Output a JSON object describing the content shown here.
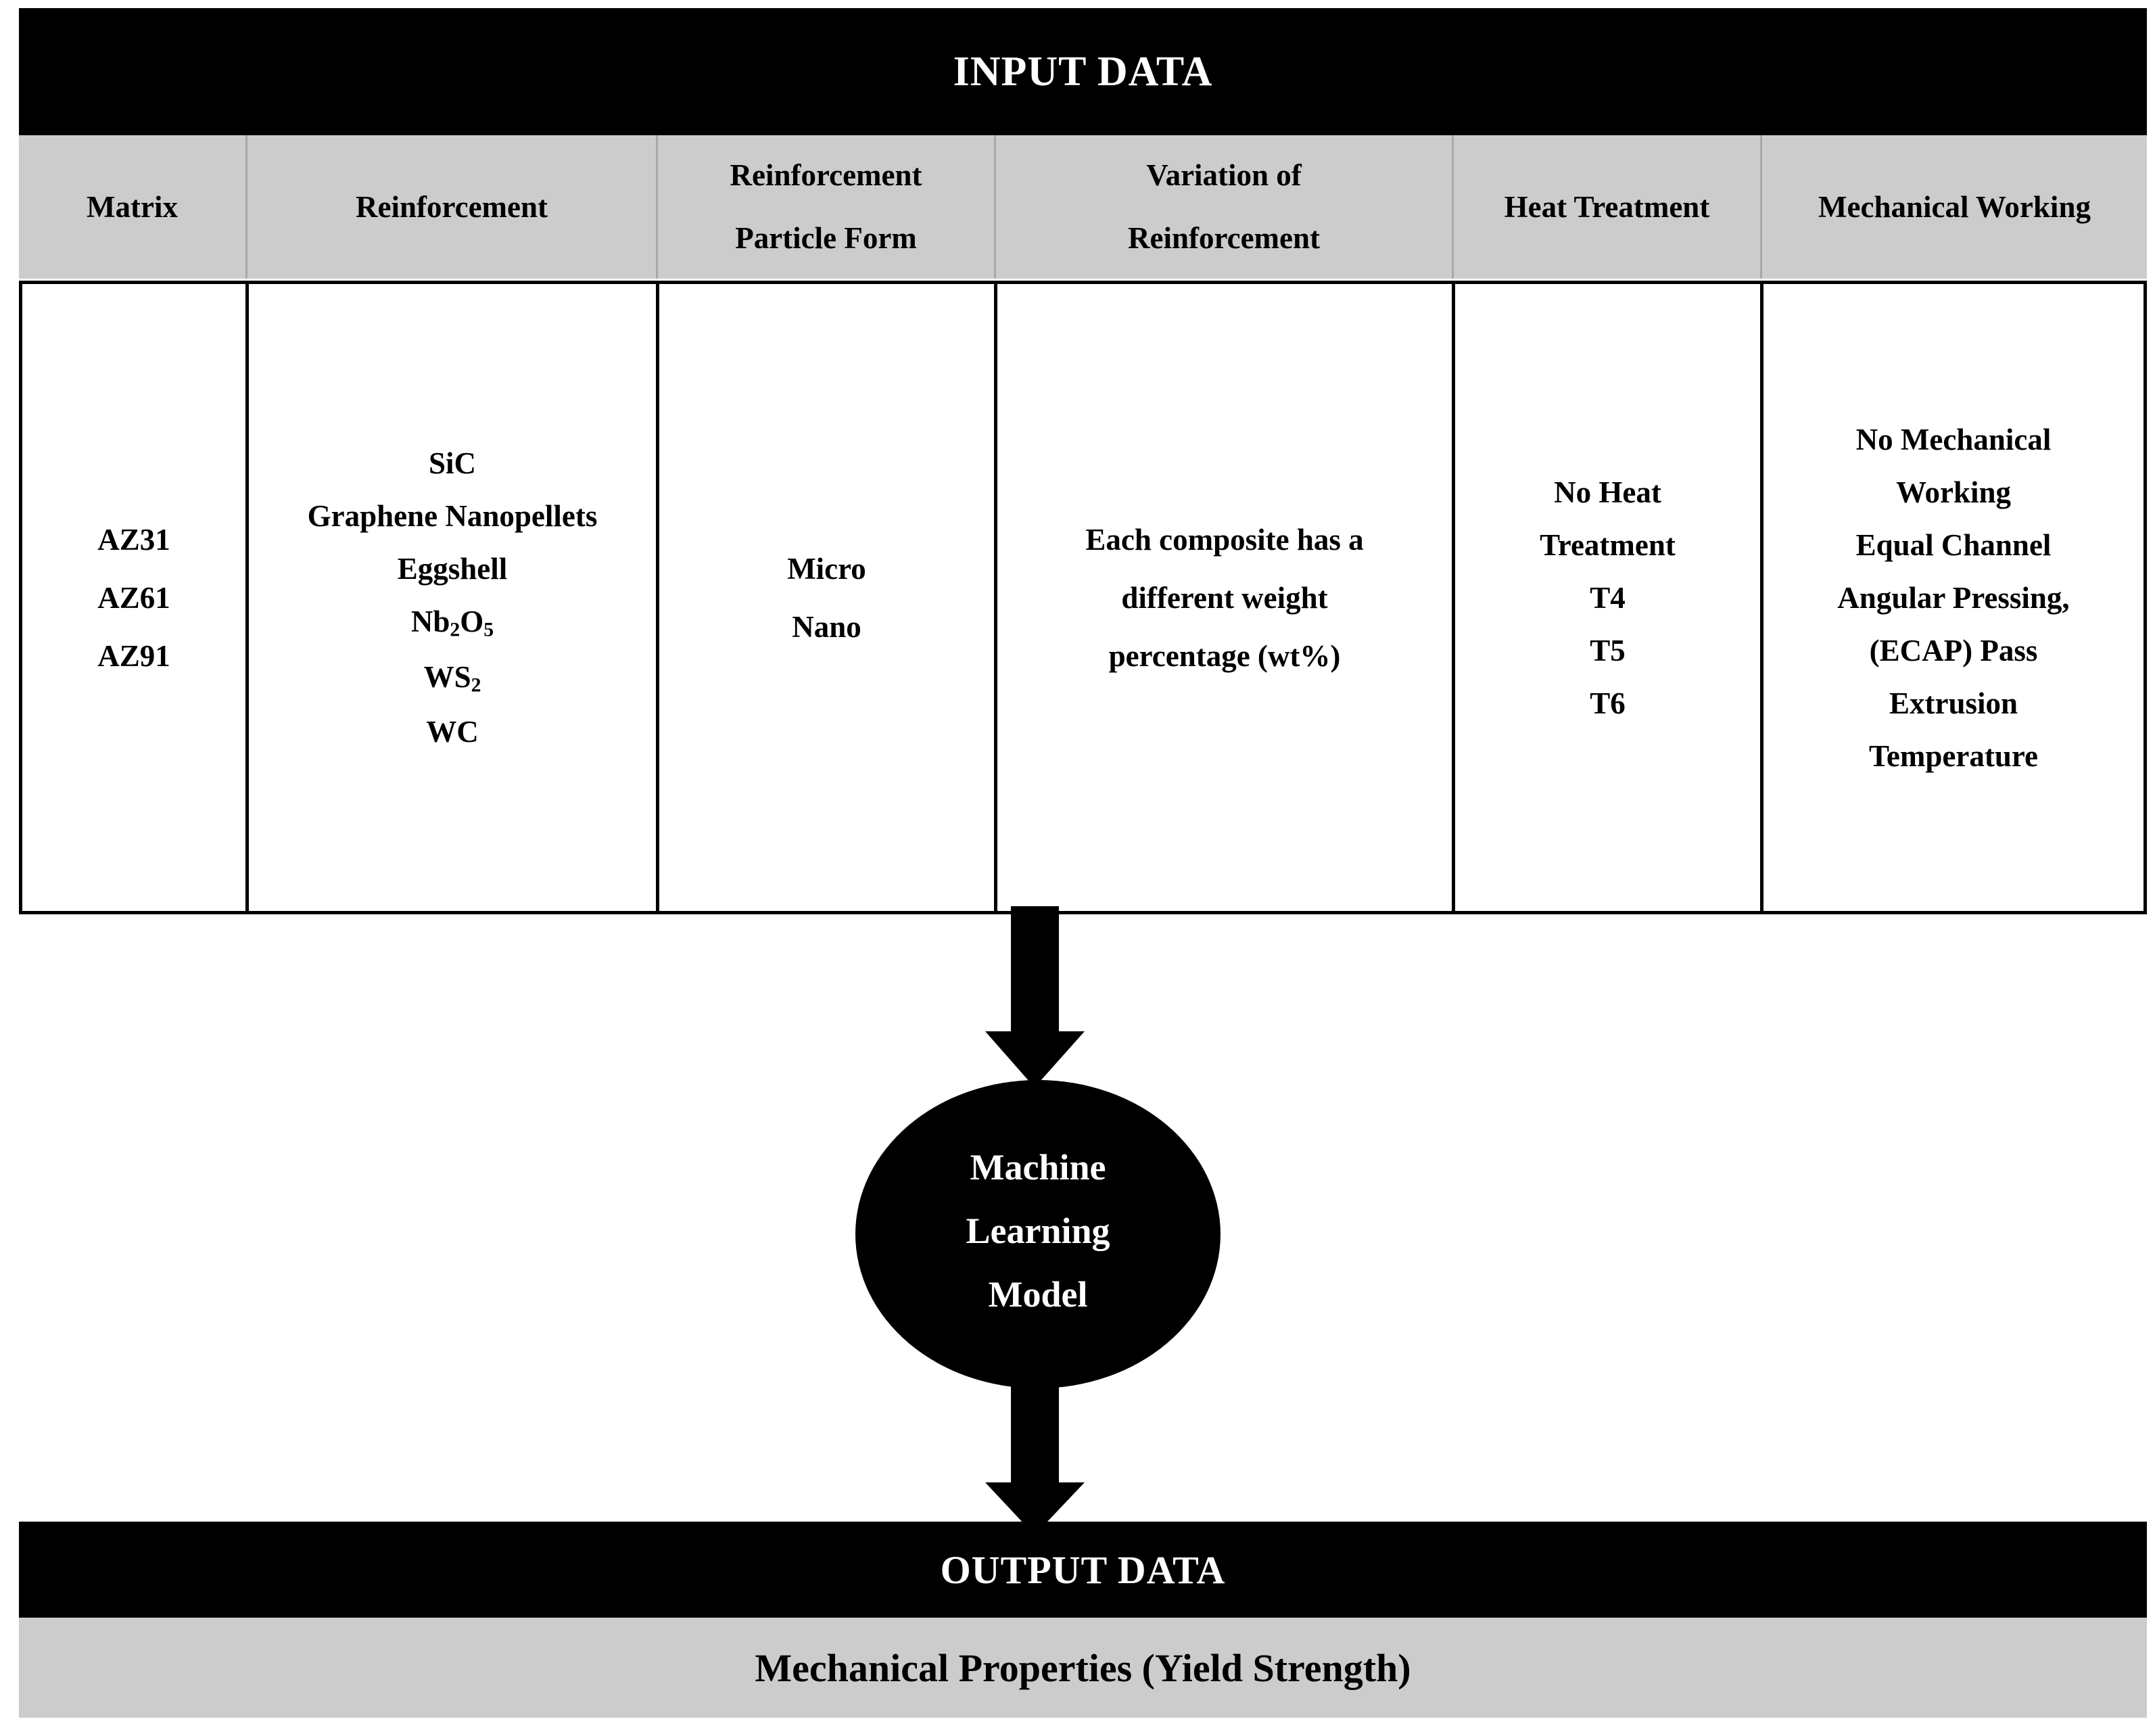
{
  "input_banner": {
    "title": "INPUT DATA"
  },
  "table": {
    "columns": [
      {
        "header_line1": "Matrix",
        "header_line2": ""
      },
      {
        "header_line1": "Reinforcement",
        "header_line2": ""
      },
      {
        "header_line1": "Reinforcement",
        "header_line2": "Particle Form"
      },
      {
        "header_line1": "Variation of",
        "header_line2": "Reinforcement"
      },
      {
        "header_line1": "Heat Treatment",
        "header_line2": ""
      },
      {
        "header_line1": "Mechanical Working",
        "header_line2": ""
      }
    ],
    "cells": {
      "matrix": [
        "AZ31",
        "AZ61",
        "AZ91"
      ],
      "reinforcement": [
        "SiC",
        "Graphene Nanopellets",
        "Eggshell",
        "Nb2O5",
        "WS2",
        "WC"
      ],
      "reinforcement_particle_form": [
        "Micro",
        "Nano"
      ],
      "variation_of_reinforcement": [
        "Each composite has a",
        "different weight",
        "percentage (wt%)"
      ],
      "heat_treatment": [
        "No Heat",
        "Treatment",
        "T4",
        "T5",
        "T6"
      ],
      "mechanical_working": [
        "No Mechanical",
        "Working",
        "Equal Channel",
        "Angular Pressing,",
        "(ECAP) Pass",
        "Extrusion",
        "Temperature"
      ]
    }
  },
  "model_node": {
    "lines": [
      "Machine",
      "Learning",
      "Model"
    ]
  },
  "output_banner": {
    "title": "OUTPUT DATA"
  },
  "output_properties": {
    "text": "Mechanical Properties (Yield Strength)"
  },
  "colors": {
    "banner_bg": "#000000",
    "banner_text": "#ffffff",
    "header_bg": "#cccccc",
    "body_bg": "#ffffff",
    "border": "#000000",
    "node_fill": "#000000"
  }
}
